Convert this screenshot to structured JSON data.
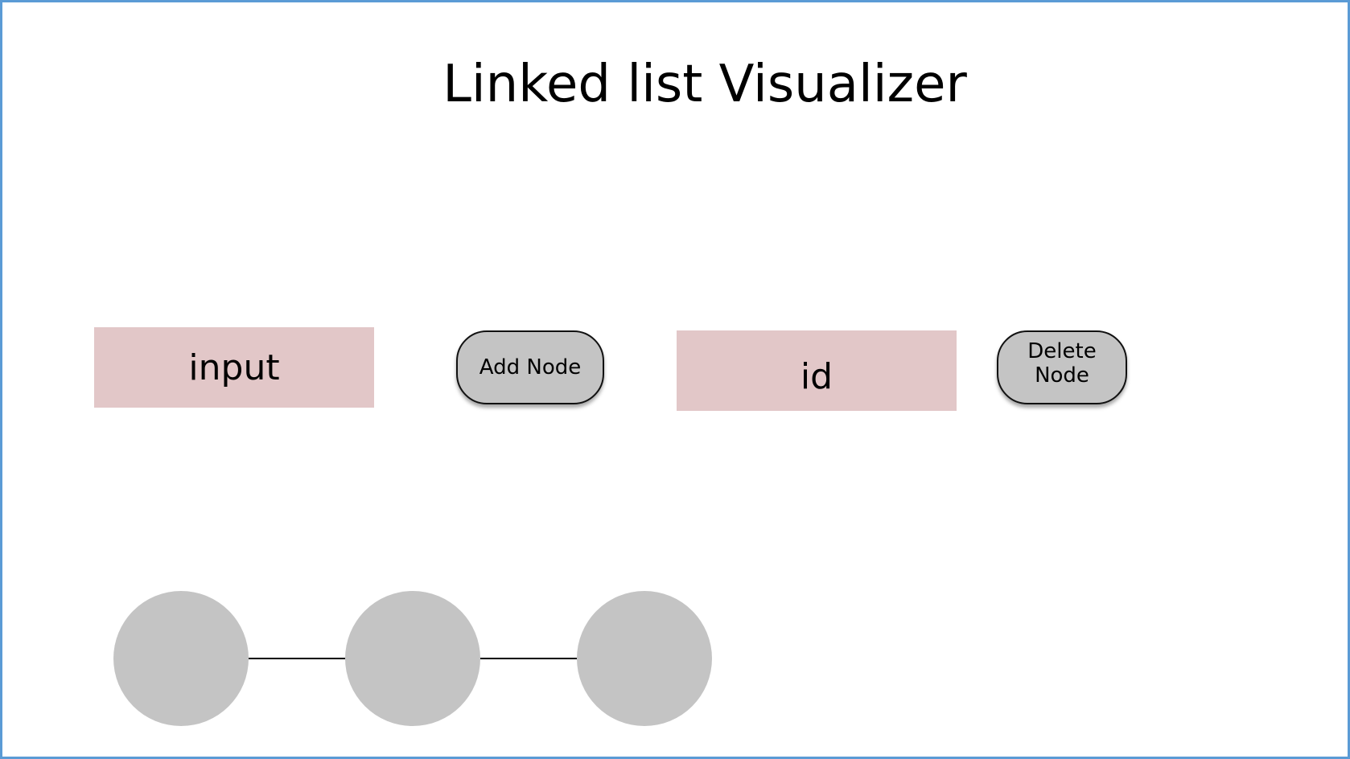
{
  "title": "Linked list Visualizer",
  "controls": {
    "value_input": {
      "placeholder": "input",
      "value": ""
    },
    "add_button_label": "Add Node",
    "id_input": {
      "placeholder": "id",
      "value": ""
    },
    "delete_button_label": "Delete Node"
  },
  "linked_list": {
    "node_count": 3,
    "node_labels": [
      "",
      "",
      ""
    ]
  },
  "colors": {
    "frame_border": "#5b9bd5",
    "input_fill": "#e2c7c8",
    "button_fill": "#c4c4c4",
    "node_fill": "#c4c4c4",
    "link_stroke": "#000000"
  }
}
